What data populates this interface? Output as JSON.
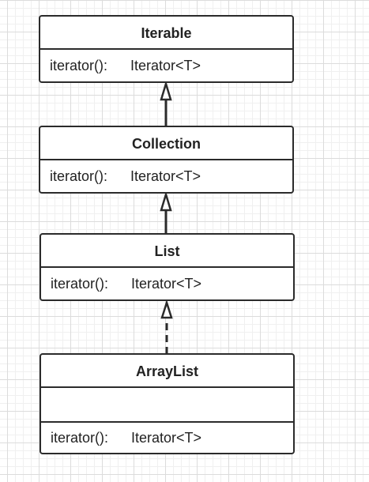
{
  "classes": [
    {
      "name": "Iterable",
      "methods": [
        {
          "name": "iterator():",
          "type": "Iterator<T>"
        }
      ]
    },
    {
      "name": "Collection",
      "methods": [
        {
          "name": "iterator():",
          "type": "Iterator<T>"
        }
      ]
    },
    {
      "name": "List",
      "methods": [
        {
          "name": "iterator():",
          "type": "Iterator<T>"
        }
      ]
    },
    {
      "name": "ArrayList",
      "attributes": [],
      "methods": [
        {
          "name": "iterator():",
          "type": "Iterator<T>"
        }
      ]
    }
  ],
  "relations": [
    {
      "from": "Collection",
      "to": "Iterable",
      "kind": "generalization"
    },
    {
      "from": "List",
      "to": "Collection",
      "kind": "generalization"
    },
    {
      "from": "ArrayList",
      "to": "List",
      "kind": "realization"
    }
  ]
}
